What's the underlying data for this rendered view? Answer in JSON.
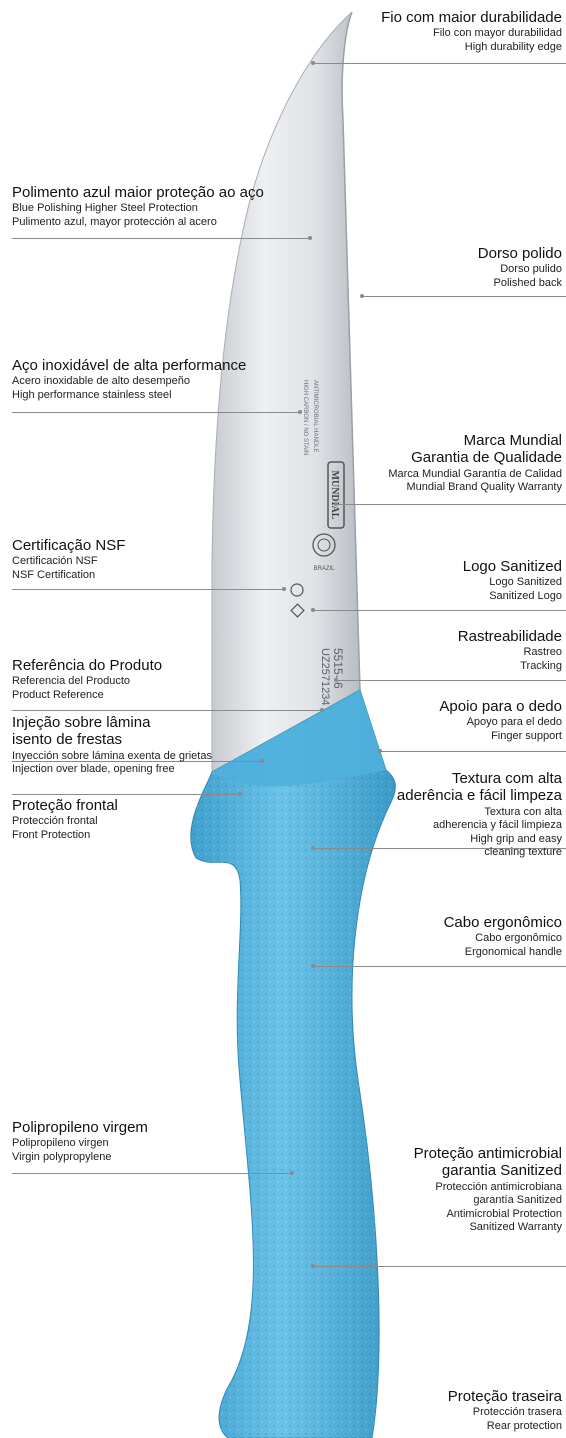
{
  "colors": {
    "handle": "#5bb8e0",
    "handle_dark": "#3d9fcb",
    "blade": "#d9dde2",
    "leader": "#8a8a8a"
  },
  "blade_marks": {
    "steel_text_1": "HIGH CARBON / NO STAIN",
    "steel_text_2": "ANTIMICROBIAL HANDLE",
    "brand": "MUNDIAL",
    "country": "BRAZIL",
    "serial": "UZ2571234 5",
    "model": "5515- 6"
  },
  "callouts": [
    {
      "id": "edge",
      "side": "right",
      "title": "Fio com maior durabilidade",
      "lines": [
        "Filo con mayor durabilidad",
        "High durability edge"
      ]
    },
    {
      "id": "polish",
      "side": "left",
      "title": "Polimento azul maior proteção ao aço",
      "lines": [
        "Blue Polishing Higher Steel Protection",
        "Pulimento azul, mayor protección al acero"
      ]
    },
    {
      "id": "back",
      "side": "right",
      "title": "Dorso polido",
      "lines": [
        "Dorso pulido",
        "Polished back"
      ]
    },
    {
      "id": "steel",
      "side": "left",
      "title": "Aço inoxidável de alta performance",
      "lines": [
        "Acero inoxidable de alto desempeño",
        "High performance stainless steel"
      ]
    },
    {
      "id": "brand",
      "side": "right",
      "title": "Marca Mundial\nGarantia de Qualidade",
      "lines": [
        "Marca Mundial Garantía de Calidad",
        "Mundial Brand Quality Warranty"
      ]
    },
    {
      "id": "nsf",
      "side": "left",
      "title": "Certificação NSF",
      "lines": [
        "Certificación NSF",
        "NSF Certification"
      ]
    },
    {
      "id": "sanitized",
      "side": "right",
      "title": "Logo Sanitized",
      "lines": [
        "Logo Sanitized",
        "Sanitized Logo"
      ]
    },
    {
      "id": "trace",
      "side": "right",
      "title": "Rastreabilidade",
      "lines": [
        "Rastreo",
        "Tracking"
      ]
    },
    {
      "id": "ref",
      "side": "left",
      "title": "Referência do Produto",
      "lines": [
        "Referencia del Producto",
        "Product Reference"
      ]
    },
    {
      "id": "finger",
      "side": "right",
      "title": "Apoio para o dedo",
      "lines": [
        "Apoyo para el dedo",
        "Finger support"
      ]
    },
    {
      "id": "inject",
      "side": "left",
      "title": "Injeção sobre lâmina\nisento de frestas",
      "lines": [
        "Inyección sobre lámina exenta de grietas",
        "Injection over blade, opening free"
      ]
    },
    {
      "id": "texture",
      "side": "right",
      "title": "Textura com alta\naderência e fácil limpeza",
      "lines": [
        "Textura con alta",
        "adherencia y fácil limpieza",
        "High grip and easy",
        "cleaning texture"
      ]
    },
    {
      "id": "front",
      "side": "left",
      "title": "Proteção frontal",
      "lines": [
        "Protección frontal",
        "Front Protection"
      ]
    },
    {
      "id": "ergo",
      "side": "right",
      "title": "Cabo ergonômico",
      "lines": [
        "Cabo ergonômico",
        "Ergonomical handle"
      ]
    },
    {
      "id": "pp",
      "side": "left",
      "title": "Polipropileno virgem",
      "lines": [
        "Polipropileno virgen",
        "Virgin polypropylene"
      ]
    },
    {
      "id": "antimicro",
      "side": "right",
      "title": "Proteção antimicrobial\ngarantia  Sanitized",
      "lines": [
        "Protección antimicrobiana",
        "garantía Sanitized",
        "Antimicrobial Protection",
        "Sanitized Warranty"
      ]
    },
    {
      "id": "rear",
      "side": "right",
      "title": "Proteção traseira",
      "lines": [
        "Protección trasera",
        "Rear protection"
      ]
    }
  ]
}
